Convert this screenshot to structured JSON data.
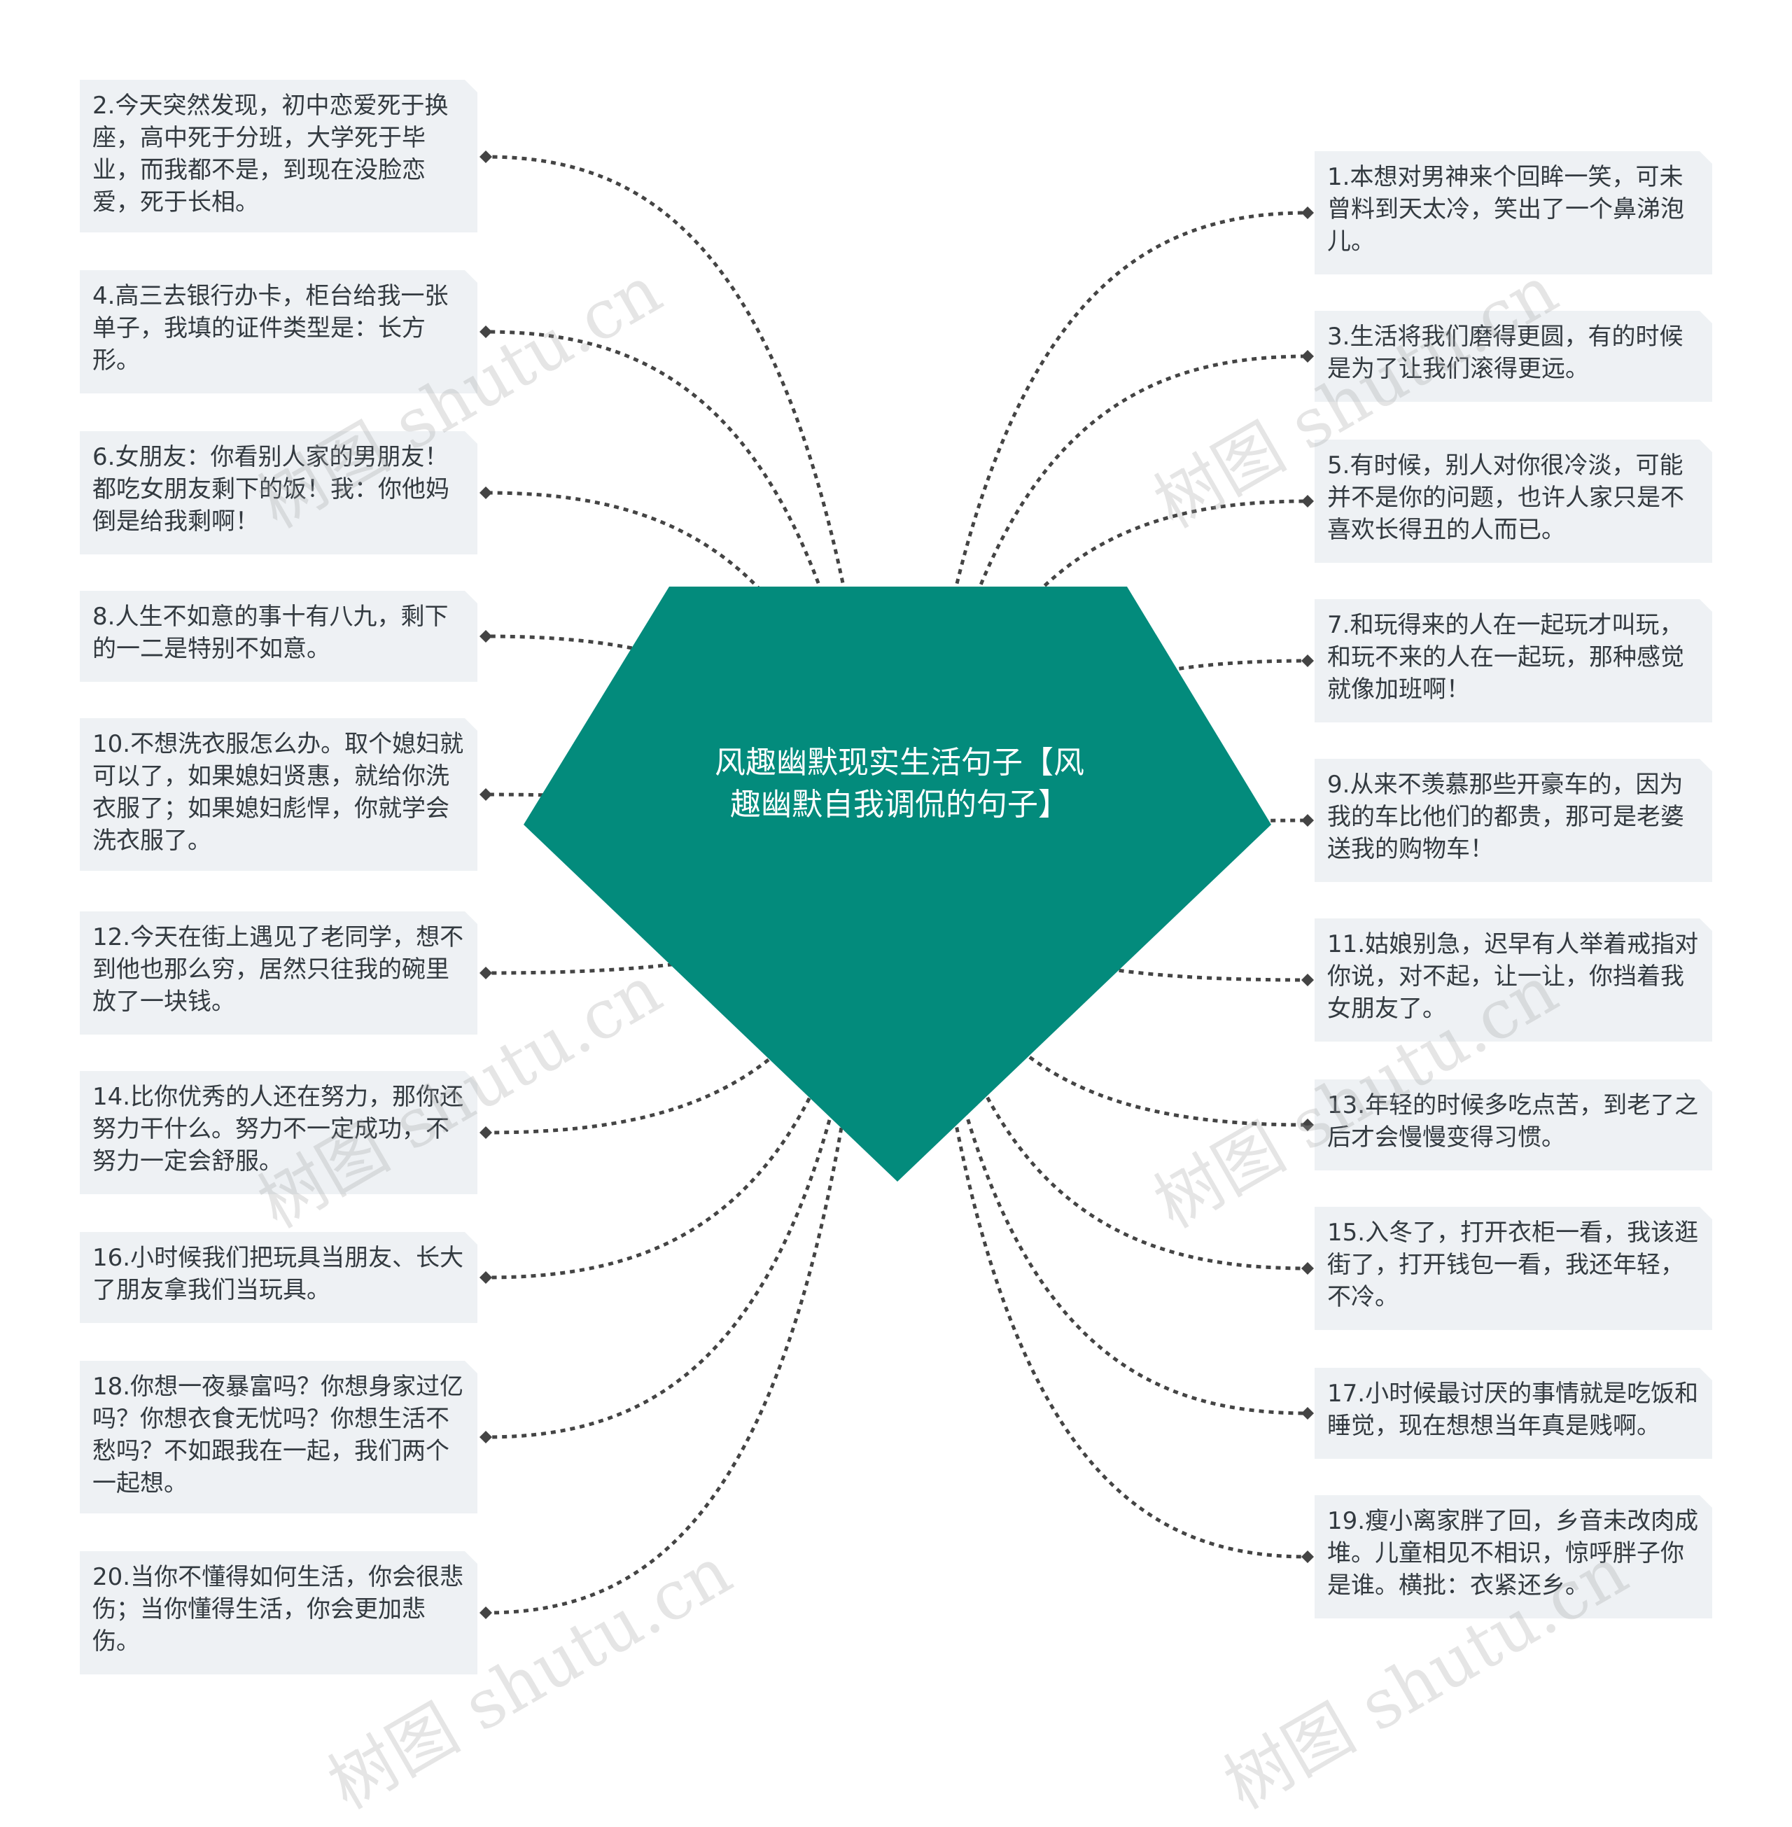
{
  "center": {
    "title": "风趣幽默现实生活句子【风趣幽默自我调侃的句子】"
  },
  "left_nodes": [
    "2.今天突然发现，初中恋爱死于换座，高中死于分班，大学死于毕业，而我都不是，到现在没脸恋爱，死于长相。",
    "4.高三去银行办卡，柜台给我一张单子，我填的证件类型是：长方形。",
    "6.女朋友：你看别人家的男朋友！都吃女朋友剩下的饭！我：你他妈倒是给我剩啊！",
    "8.人生不如意的事十有八九，剩下的一二是特别不如意。",
    "10.不想洗衣服怎么办。取个媳妇就可以了，如果媳妇贤惠，就给你洗衣服了；如果媳妇彪悍，你就学会洗衣服了。",
    "12.今天在街上遇见了老同学，想不到他也那么穷，居然只往我的碗里放了一块钱。",
    "14.比你优秀的人还在努力，那你还努力干什么。努力不一定成功，不努力一定会舒服。",
    "16.小时候我们把玩具当朋友、长大了朋友拿我们当玩具。",
    "18.你想一夜暴富吗？你想身家过亿吗？你想衣食无忧吗？你想生活不愁吗？不如跟我在一起，我们两个一起想。",
    "20.当你不懂得如何生活，你会很悲伤；当你懂得生活，你会更加悲伤。"
  ],
  "right_nodes": [
    "1.本想对男神来个回眸一笑，可未曾料到天太冷，笑出了一个鼻涕泡儿。",
    "3.生活将我们磨得更圆，有的时候是为了让我们滚得更远。",
    "5.有时候，别人对你很冷淡，可能并不是你的问题，也许人家只是不喜欢长得丑的人而已。",
    "7.和玩得来的人在一起玩才叫玩，和玩不来的人在一起玩，那种感觉就像加班啊！",
    "9.从来不羡慕那些开豪车的，因为我的车比他们的都贵，那可是老婆送我的购物车！",
    "11.姑娘别急，迟早有人举着戒指对你说，对不起，让一让，你挡着我女朋友了。",
    "13.年轻的时候多吃点苦，到老了之后才会慢慢变得习惯。",
    "15.入冬了，打开衣柜一看，我该逛街了，打开钱包一看，我还年轻，不冷。",
    "17.小时候最讨厌的事情就是吃饭和睡觉，现在想想当年真是贱啊。",
    "19.瘦小离家胖了回，乡音未改肉成堆。儿童相见不相识，惊呼胖子你是谁。横批：衣紧还乡。"
  ],
  "watermark": "树图 shutu.cn",
  "colors": {
    "center_fill": "#038b7c",
    "node_bg": "#eef1f4",
    "connector": "#444444"
  }
}
